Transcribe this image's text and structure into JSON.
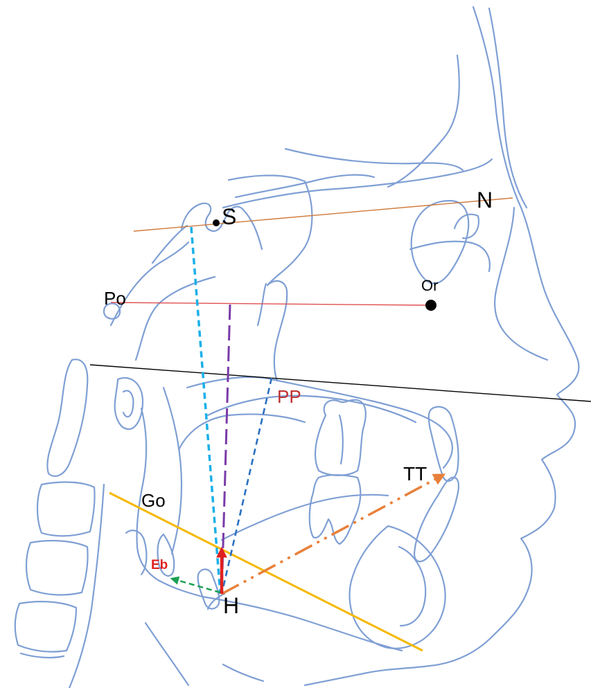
{
  "diagram": {
    "landmarks": {
      "S": "S",
      "N": "N",
      "Po": "Po",
      "Or": "Or",
      "PP": "PP",
      "TT": "TT",
      "Go": "Go",
      "Eb": "Eb",
      "H": "H"
    },
    "colors": {
      "outline": "#7f9fd4",
      "sn_line": "#d07a3a",
      "fh_line": "#e05050",
      "palatal_plane": "#000000",
      "mandibular_plane": "#f5b800",
      "s_h_line": "#1ab0e8",
      "fh_h_line": "#7a3aa8",
      "pp_h_line": "#2a70c0",
      "h_tt_line": "#e8803a",
      "h_eb_line": "#1aa050",
      "h_vector": "#e02020",
      "pp_label": "#c03030",
      "eb_label": "#e02020"
    }
  }
}
